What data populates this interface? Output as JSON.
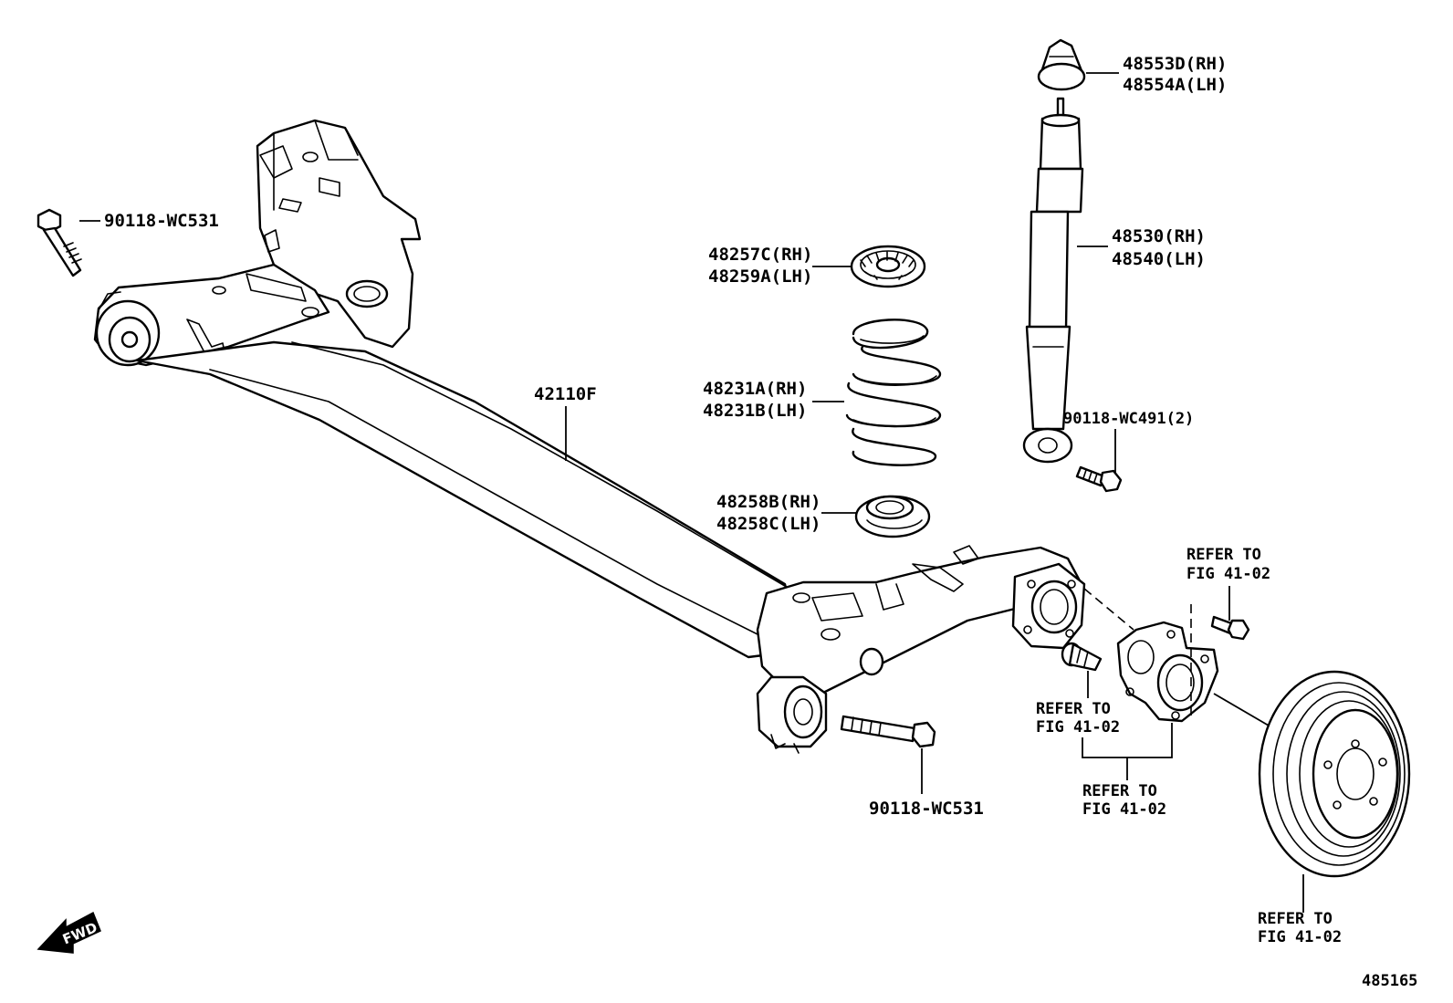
{
  "diagram_id": "485165",
  "fwd_label": "FWD",
  "parts": {
    "axle_beam": "42110F",
    "bolt_front": "90118-WC531",
    "bolt_rear": "90118-WC531",
    "bump_stopper_rh": "48553D(RH)",
    "bump_stopper_lh": "48554A(LH)",
    "upper_insulator_rh": "48257C(RH)",
    "upper_insulator_lh": "48259A(LH)",
    "coil_spring_rh": "48231A(RH)",
    "coil_spring_lh": "48231B(LH)",
    "lower_insulator_rh": "48258B(RH)",
    "lower_insulator_lh": "48258C(LH)",
    "shock_absorber_rh": "48530(RH)",
    "shock_absorber_lh": "48540(LH)",
    "shock_bolt": "90118-WC491(2)"
  },
  "references": {
    "refer_to": "REFER TO",
    "fig": "FIG 41-02"
  }
}
